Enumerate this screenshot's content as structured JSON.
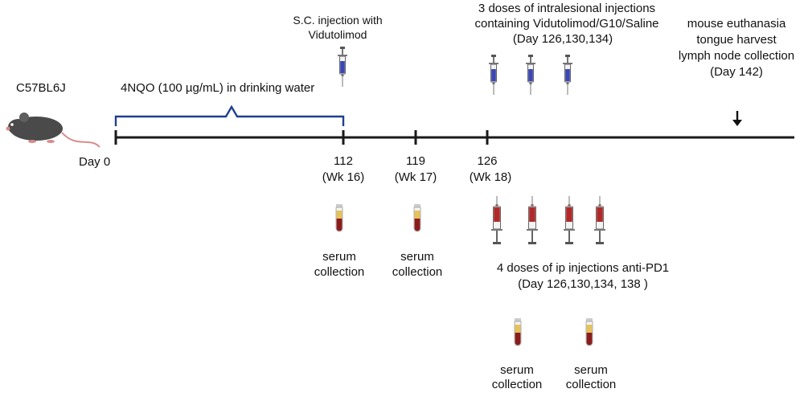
{
  "strain": "C57BL6J",
  "treatment": "4NQO (100 µg/mL) in drinking water",
  "sc_injection": [
    "S.C. injection with",
    "Vidutolimod"
  ],
  "intralesional": [
    "3 doses of intralesional injections",
    "containing  Vidutolimod/G10/Saline",
    "(Day 126,130,134)"
  ],
  "endpoint": [
    "mouse euthanasia",
    "tongue harvest",
    "lymph node collection",
    "(Day 142)"
  ],
  "day0": "Day 0",
  "ticks": [
    {
      "day": "112",
      "week": "(Wk 16)"
    },
    {
      "day": "119",
      "week": "(Wk 17)"
    },
    {
      "day": "126",
      "week": "(Wk 18)"
    }
  ],
  "serum": [
    "serum",
    "collection"
  ],
  "ip": [
    "4 doses of ip injections anti-PD1",
    "(Day 126,130,134, 138 )"
  ],
  "colors": {
    "timeline": "#1a1a1a",
    "bracket": "#1f3f8f",
    "syringe_blue": "#3c46b4",
    "syringe_red": "#b02a2a",
    "tube_red": "#8c1c1c",
    "tube_yellow": "#e6c25a",
    "mouse": "#4a4a4a"
  }
}
